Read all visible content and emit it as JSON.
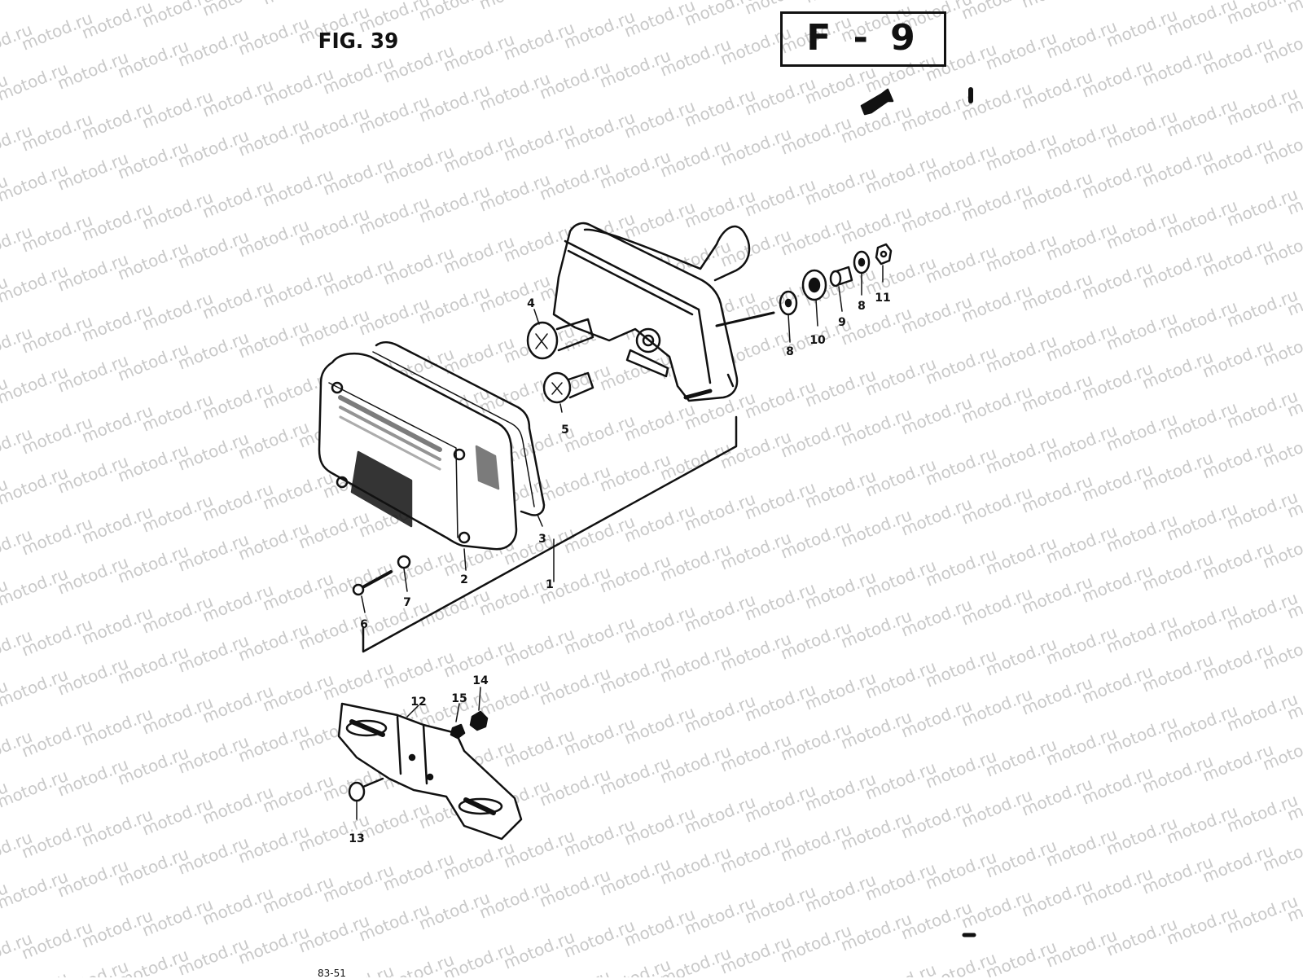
{
  "figure": {
    "label": "FIG. 39",
    "page_code": "F - 9",
    "footer": "83-51"
  },
  "watermark": {
    "text": "motod.ru",
    "color": "#c9c9c9"
  },
  "parts": [
    {
      "num": "1"
    },
    {
      "num": "2"
    },
    {
      "num": "3"
    },
    {
      "num": "4"
    },
    {
      "num": "5"
    },
    {
      "num": "6"
    },
    {
      "num": "7"
    },
    {
      "num": "8"
    },
    {
      "num": "8"
    },
    {
      "num": "9"
    },
    {
      "num": "10"
    },
    {
      "num": "11"
    },
    {
      "num": "12"
    },
    {
      "num": "13"
    },
    {
      "num": "14"
    },
    {
      "num": "15"
    }
  ],
  "colors": {
    "ink": "#111111",
    "paper": "#ffffff"
  }
}
